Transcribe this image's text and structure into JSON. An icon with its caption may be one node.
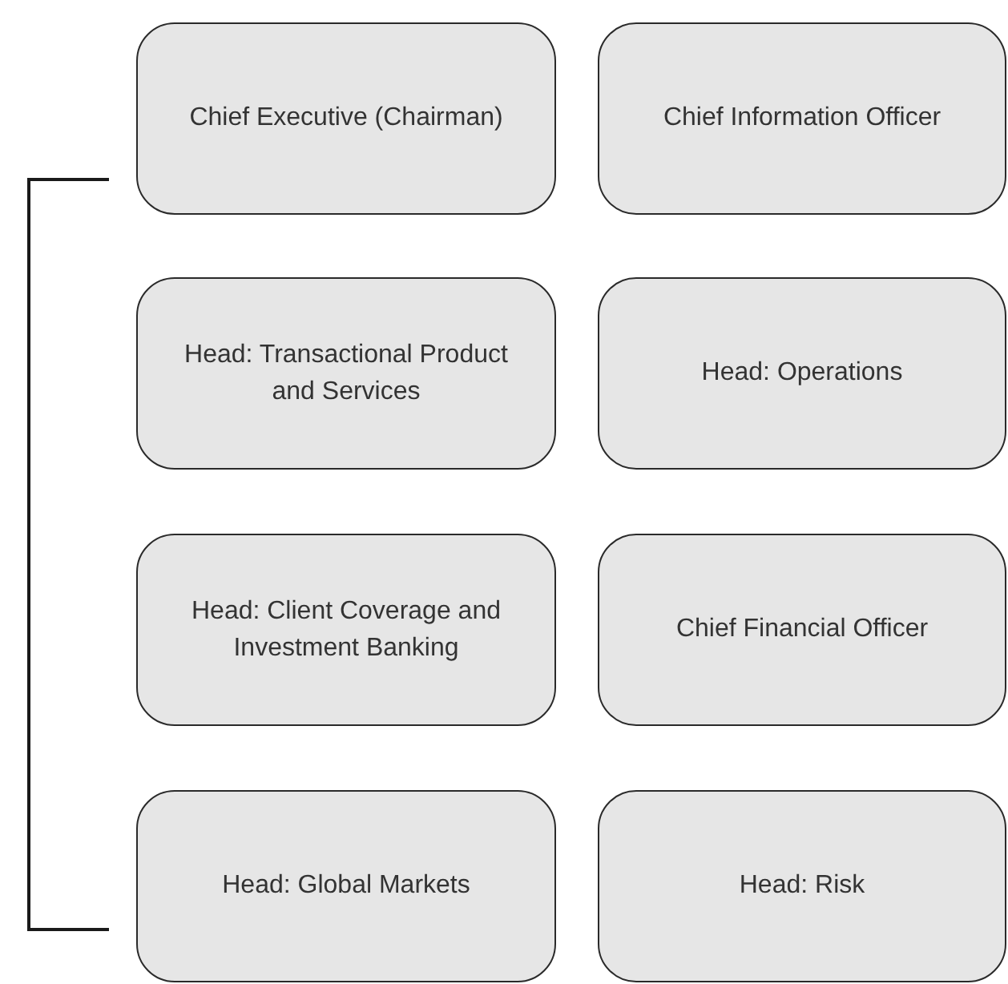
{
  "diagram": {
    "nodes": [
      {
        "text": [
          "Chief Executive (Chairman)"
        ]
      },
      {
        "text": [
          "Chief Information Officer"
        ]
      },
      {
        "text": [
          "Head: Transactional Product and Services"
        ]
      },
      {
        "text": [
          "Head: Operations"
        ]
      },
      {
        "text": [
          "Head: Client Coverage and Investment Banking"
        ]
      },
      {
        "text": [
          "Chief Financial Officer"
        ]
      },
      {
        "text": [
          "Head: Global Markets"
        ]
      },
      {
        "text": [
          "Head: Risk"
        ]
      }
    ]
  }
}
